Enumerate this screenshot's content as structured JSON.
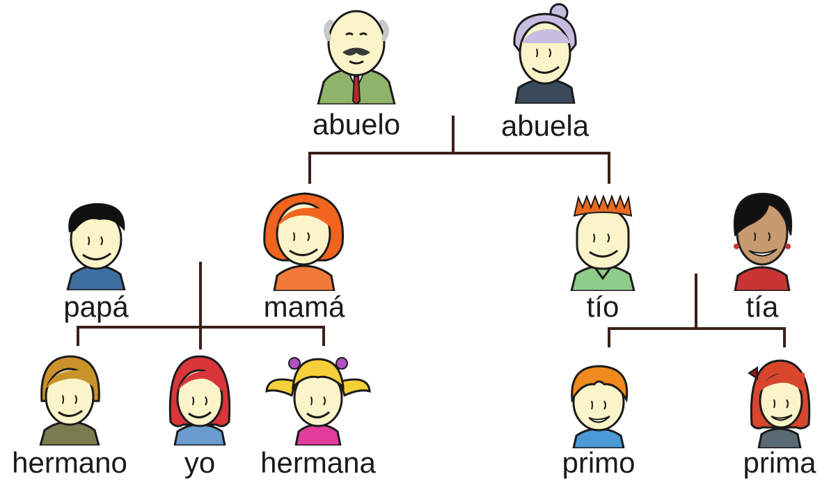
{
  "palette": {
    "line": "#3b1f1a",
    "skin": "#fbf4c8",
    "outline": "#1a1a1a",
    "tia_skin": "#c99a70"
  },
  "people": {
    "abuelo": {
      "label": "abuelo",
      "hair": "#c8c8c8",
      "shirt": "#8fb36a",
      "icon": "grandfather-portrait-icon"
    },
    "abuela": {
      "label": "abuela",
      "hair": "#c7bde0",
      "shirt": "#3a4a5a",
      "icon": "grandmother-portrait-icon"
    },
    "papa": {
      "label": "papá",
      "hair": "#111111",
      "shirt": "#3d6fa0",
      "icon": "father-portrait-icon"
    },
    "mama": {
      "label": "mamá",
      "hair": "#f0641e",
      "shirt": "#f07a3a",
      "icon": "mother-portrait-icon"
    },
    "tio": {
      "label": "tío",
      "hair": "#e86a20",
      "shirt": "#8fcc8a",
      "icon": "uncle-portrait-icon"
    },
    "tia": {
      "label": "tía",
      "hair": "#111111",
      "shirt": "#c93535",
      "icon": "aunt-portrait-icon"
    },
    "hermano": {
      "label": "hermano",
      "hair": "#c9932a",
      "shirt": "#7a7c50",
      "icon": "brother-portrait-icon"
    },
    "yo": {
      "label": "yo",
      "hair": "#d8363a",
      "shirt": "#6a9ccf",
      "icon": "self-portrait-icon"
    },
    "hermana": {
      "label": "hermana",
      "hair": "#f6d03a",
      "shirt": "#e23c9c",
      "icon": "sister-portrait-icon"
    },
    "primo": {
      "label": "primo",
      "hair": "#f08a1e",
      "shirt": "#4a9ad6",
      "icon": "male-cousin-portrait-icon"
    },
    "prima": {
      "label": "prima",
      "hair": "#d8462e",
      "shirt": "#5a6a74",
      "icon": "female-cousin-portrait-icon"
    }
  }
}
